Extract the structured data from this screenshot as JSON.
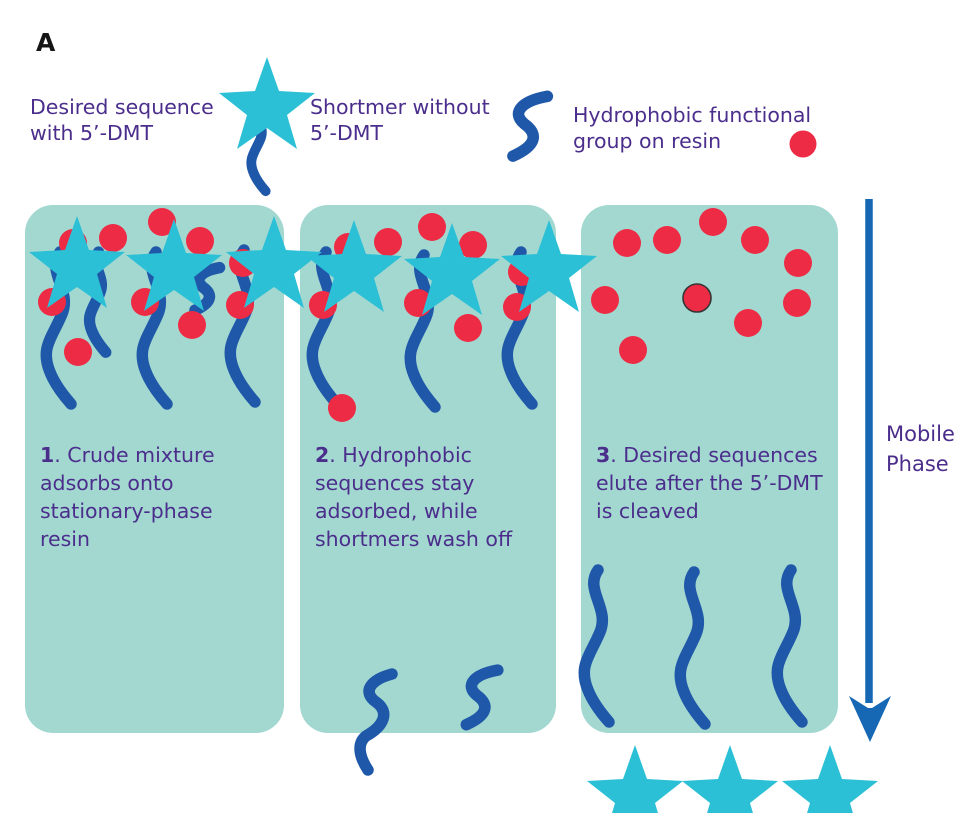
{
  "figure_label": "A",
  "legend": {
    "desired": "Desired sequence with 5’-DMT",
    "shortmer": "Shortmer without 5’-DMT",
    "hydrophobic": "Hydrophobic functional group on resin",
    "icons": {
      "desired": "dmt-star-with-strand-icon",
      "shortmer": "shortmer-strand-icon",
      "hydrophobic": "resin-bead-icon"
    }
  },
  "panels": [
    {
      "number": "1",
      "text": ". Crude mixture adsorbs onto stationary-phase resin"
    },
    {
      "number": "2",
      "text": ". Hydrophobic sequences stay adsorbed, while shortmers wash off"
    },
    {
      "number": "3",
      "text": ". Desired sequences elute after the 5’-DMT is cleaved"
    }
  ],
  "mobile_phase_label": "Mobile Phase",
  "colors": {
    "panel": "#a3d8d1",
    "star": "#2cc0d6",
    "bead": "#ee2b44",
    "strand": "#1f58a8",
    "arrow": "#1668b4",
    "text": "#4b2e8c",
    "ink": "#161616"
  }
}
